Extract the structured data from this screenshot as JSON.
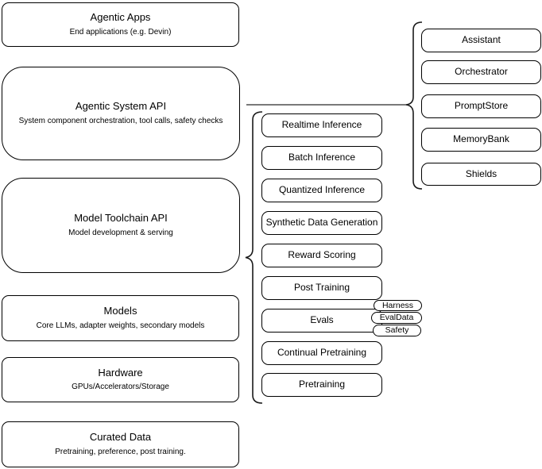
{
  "diagram": {
    "left_stack": [
      {
        "title": "Agentic Apps",
        "subtitle": "End applications (e.g. Devin)"
      },
      {
        "title": "Agentic System API",
        "subtitle": "System component orchestration, tool calls, safety checks"
      },
      {
        "title": "Model Toolchain API",
        "subtitle": "Model development & serving"
      },
      {
        "title": "Models",
        "subtitle": "Core LLMs, adapter weights, secondary models"
      },
      {
        "title": "Hardware",
        "subtitle": "GPUs/Accelerators/Storage"
      },
      {
        "title": "Curated Data",
        "subtitle": "Pretraining, preference, post training."
      }
    ],
    "toolchain_components": [
      "Realtime Inference",
      "Batch Inference",
      "Quantized Inference",
      "Synthetic Data Generation",
      "Reward Scoring",
      "Post Training",
      "Evals",
      "Continual Pretraining",
      "Pretraining"
    ],
    "eval_tags": [
      "Harness",
      "EvalData",
      "Safety"
    ],
    "system_components": [
      "Assistant",
      "Orchestrator",
      "PromptStore",
      "MemoryBank",
      "Shields"
    ],
    "colors": {
      "stroke": "#000000",
      "background": "#ffffff",
      "connector_line": "#666666"
    }
  }
}
